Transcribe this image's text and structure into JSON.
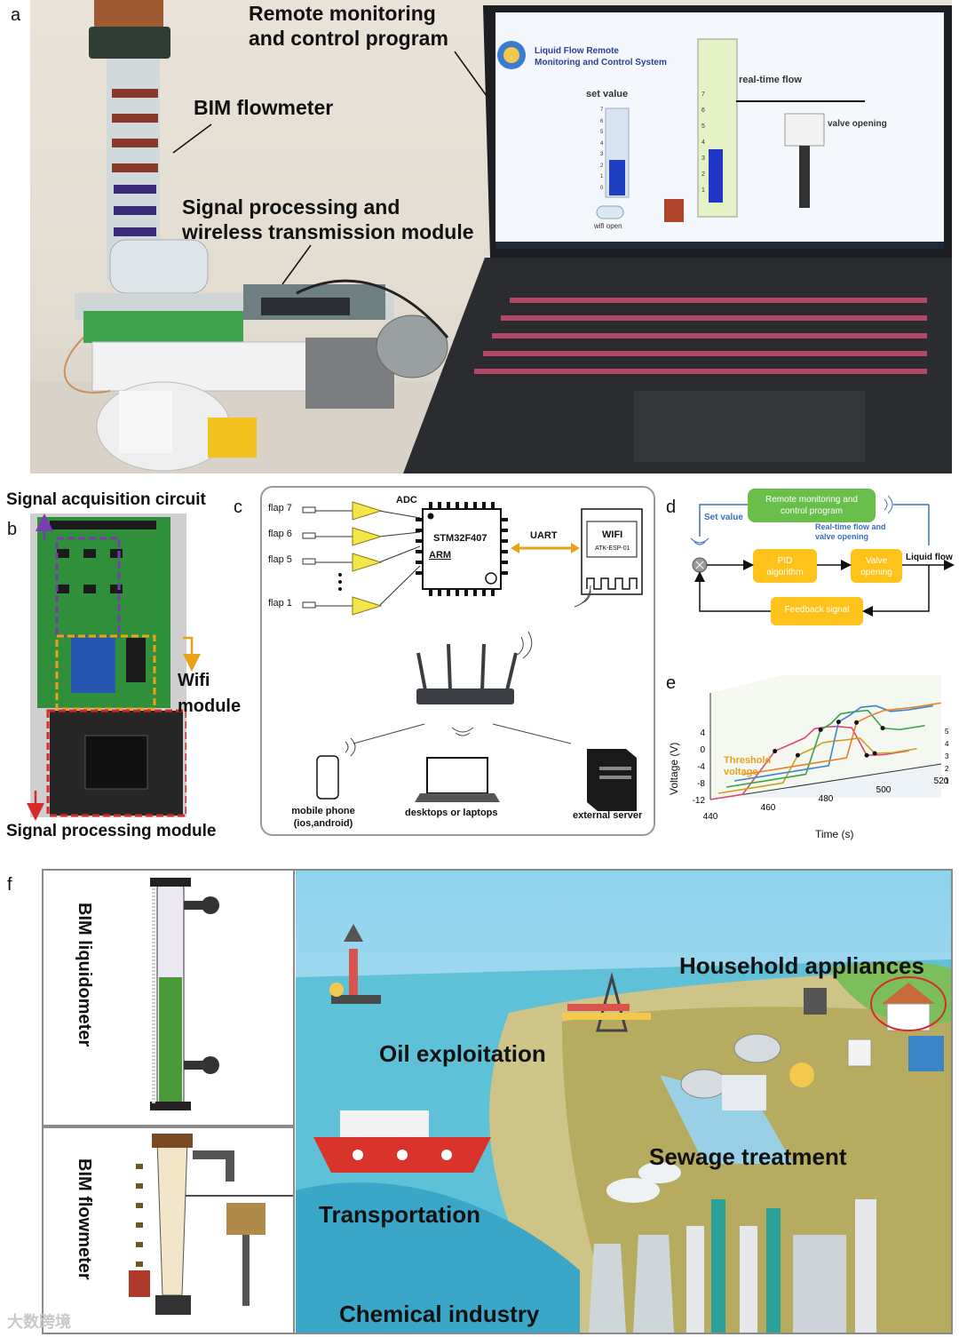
{
  "panel_labels": {
    "a": "a",
    "b": "b",
    "c": "c",
    "d": "d",
    "e": "e",
    "f": "f"
  },
  "panel_a": {
    "callout_remote": "Remote monitoring\nand control program",
    "callout_bim": "BIM flowmeter",
    "callout_signal": "Signal processing and\nwireless transmission module",
    "screen": {
      "app_title": "Liquid Flow Remote\nMonitoring and Control System",
      "set_value": "set value",
      "realtime_flow": "real-time flow",
      "valve_opening": "valve opening",
      "wifi_open": "wifi open",
      "set_scale": [
        "7",
        "6",
        "5",
        "4",
        "3",
        "2",
        "1",
        "0"
      ],
      "flow_scale": [
        "7",
        "6",
        "5",
        "4",
        "3",
        "2",
        "1"
      ]
    }
  },
  "panel_b": {
    "acq_label": "Signal acquisition circuit",
    "wifi_label": "Wifi\nmodule",
    "proc_label": "Signal processing module"
  },
  "panel_c": {
    "flaps": [
      "flap 7",
      "flap 6",
      "flap 5",
      "flap 1"
    ],
    "adc": "ADC",
    "mcu": "STM32F407",
    "arm": "ARM",
    "uart": "UART",
    "wifi": "WIFI",
    "wifi_chip": "ATK-ESP-01",
    "devices": {
      "phone": "mobile phone\n(ios,android)",
      "laptop": "desktops or laptops",
      "server": "external server"
    }
  },
  "panel_d": {
    "remote": "Remote monitoring and\ncontrol program",
    "set_value": "Set value",
    "realtime": "Real-time flow and\nvalve opening",
    "pid": "PID\nalgorithm",
    "valve": "Valve\nopening",
    "liquid": "Liquid flow",
    "feedback": "Feedback signal"
  },
  "chart_data": {
    "type": "line",
    "xlabel": "Time (s)",
    "ylabel": "Voltage (V)",
    "x_ticks": [
      "440",
      "460",
      "480",
      "500",
      "520"
    ],
    "y_ticks": [
      "4",
      "0",
      "-4",
      "-8",
      "-12"
    ],
    "depth_ticks": [
      "1",
      "2",
      "3",
      "4",
      "5"
    ],
    "xlim": [
      440,
      520
    ],
    "ylim": [
      -12,
      4
    ],
    "annotation": "Threshold\nvoltage",
    "x": [
      440,
      453,
      466,
      472,
      478,
      482,
      486,
      491,
      497,
      503,
      510,
      520
    ],
    "series": [
      {
        "color": "#e0457a",
        "values": [
          -12,
          -12,
          -3,
          -2,
          -1,
          0.8,
          0.8,
          0.5,
          -0.4,
          -7.5,
          -8,
          -8
        ]
      },
      {
        "color": "#c9a21a",
        "values": [
          -12,
          -12,
          -12,
          -6,
          -5,
          -4,
          -4,
          -4.2,
          -4.3,
          -8.5,
          -9,
          -9
        ]
      },
      {
        "color": "#3aa24a",
        "values": [
          -12,
          -12,
          -12,
          -12,
          -2,
          -1,
          1,
          1,
          0.8,
          -4,
          -5,
          -5
        ]
      },
      {
        "color": "#3b86c8",
        "values": [
          -12,
          -12,
          -12,
          -12,
          -12,
          -2,
          -1,
          0.6,
          0.4,
          -1.5,
          -1.8,
          -1.8
        ]
      },
      {
        "color": "#e8802a",
        "values": [
          -12,
          -12,
          -12,
          -12,
          -12,
          -12,
          -4,
          -3,
          -2.2,
          -2.4,
          -2.6,
          -2.6
        ]
      }
    ],
    "grid": true
  },
  "panel_f": {
    "liquidometer": "BIM liquidometer",
    "flowmeter": "BIM flowmeter",
    "household": "Household appliances",
    "oil": "Oil exploitation",
    "sewage": "Sewage treatment",
    "transport": "Transportation",
    "chemical": "Chemical industry"
  },
  "watermark": "大数跨境"
}
